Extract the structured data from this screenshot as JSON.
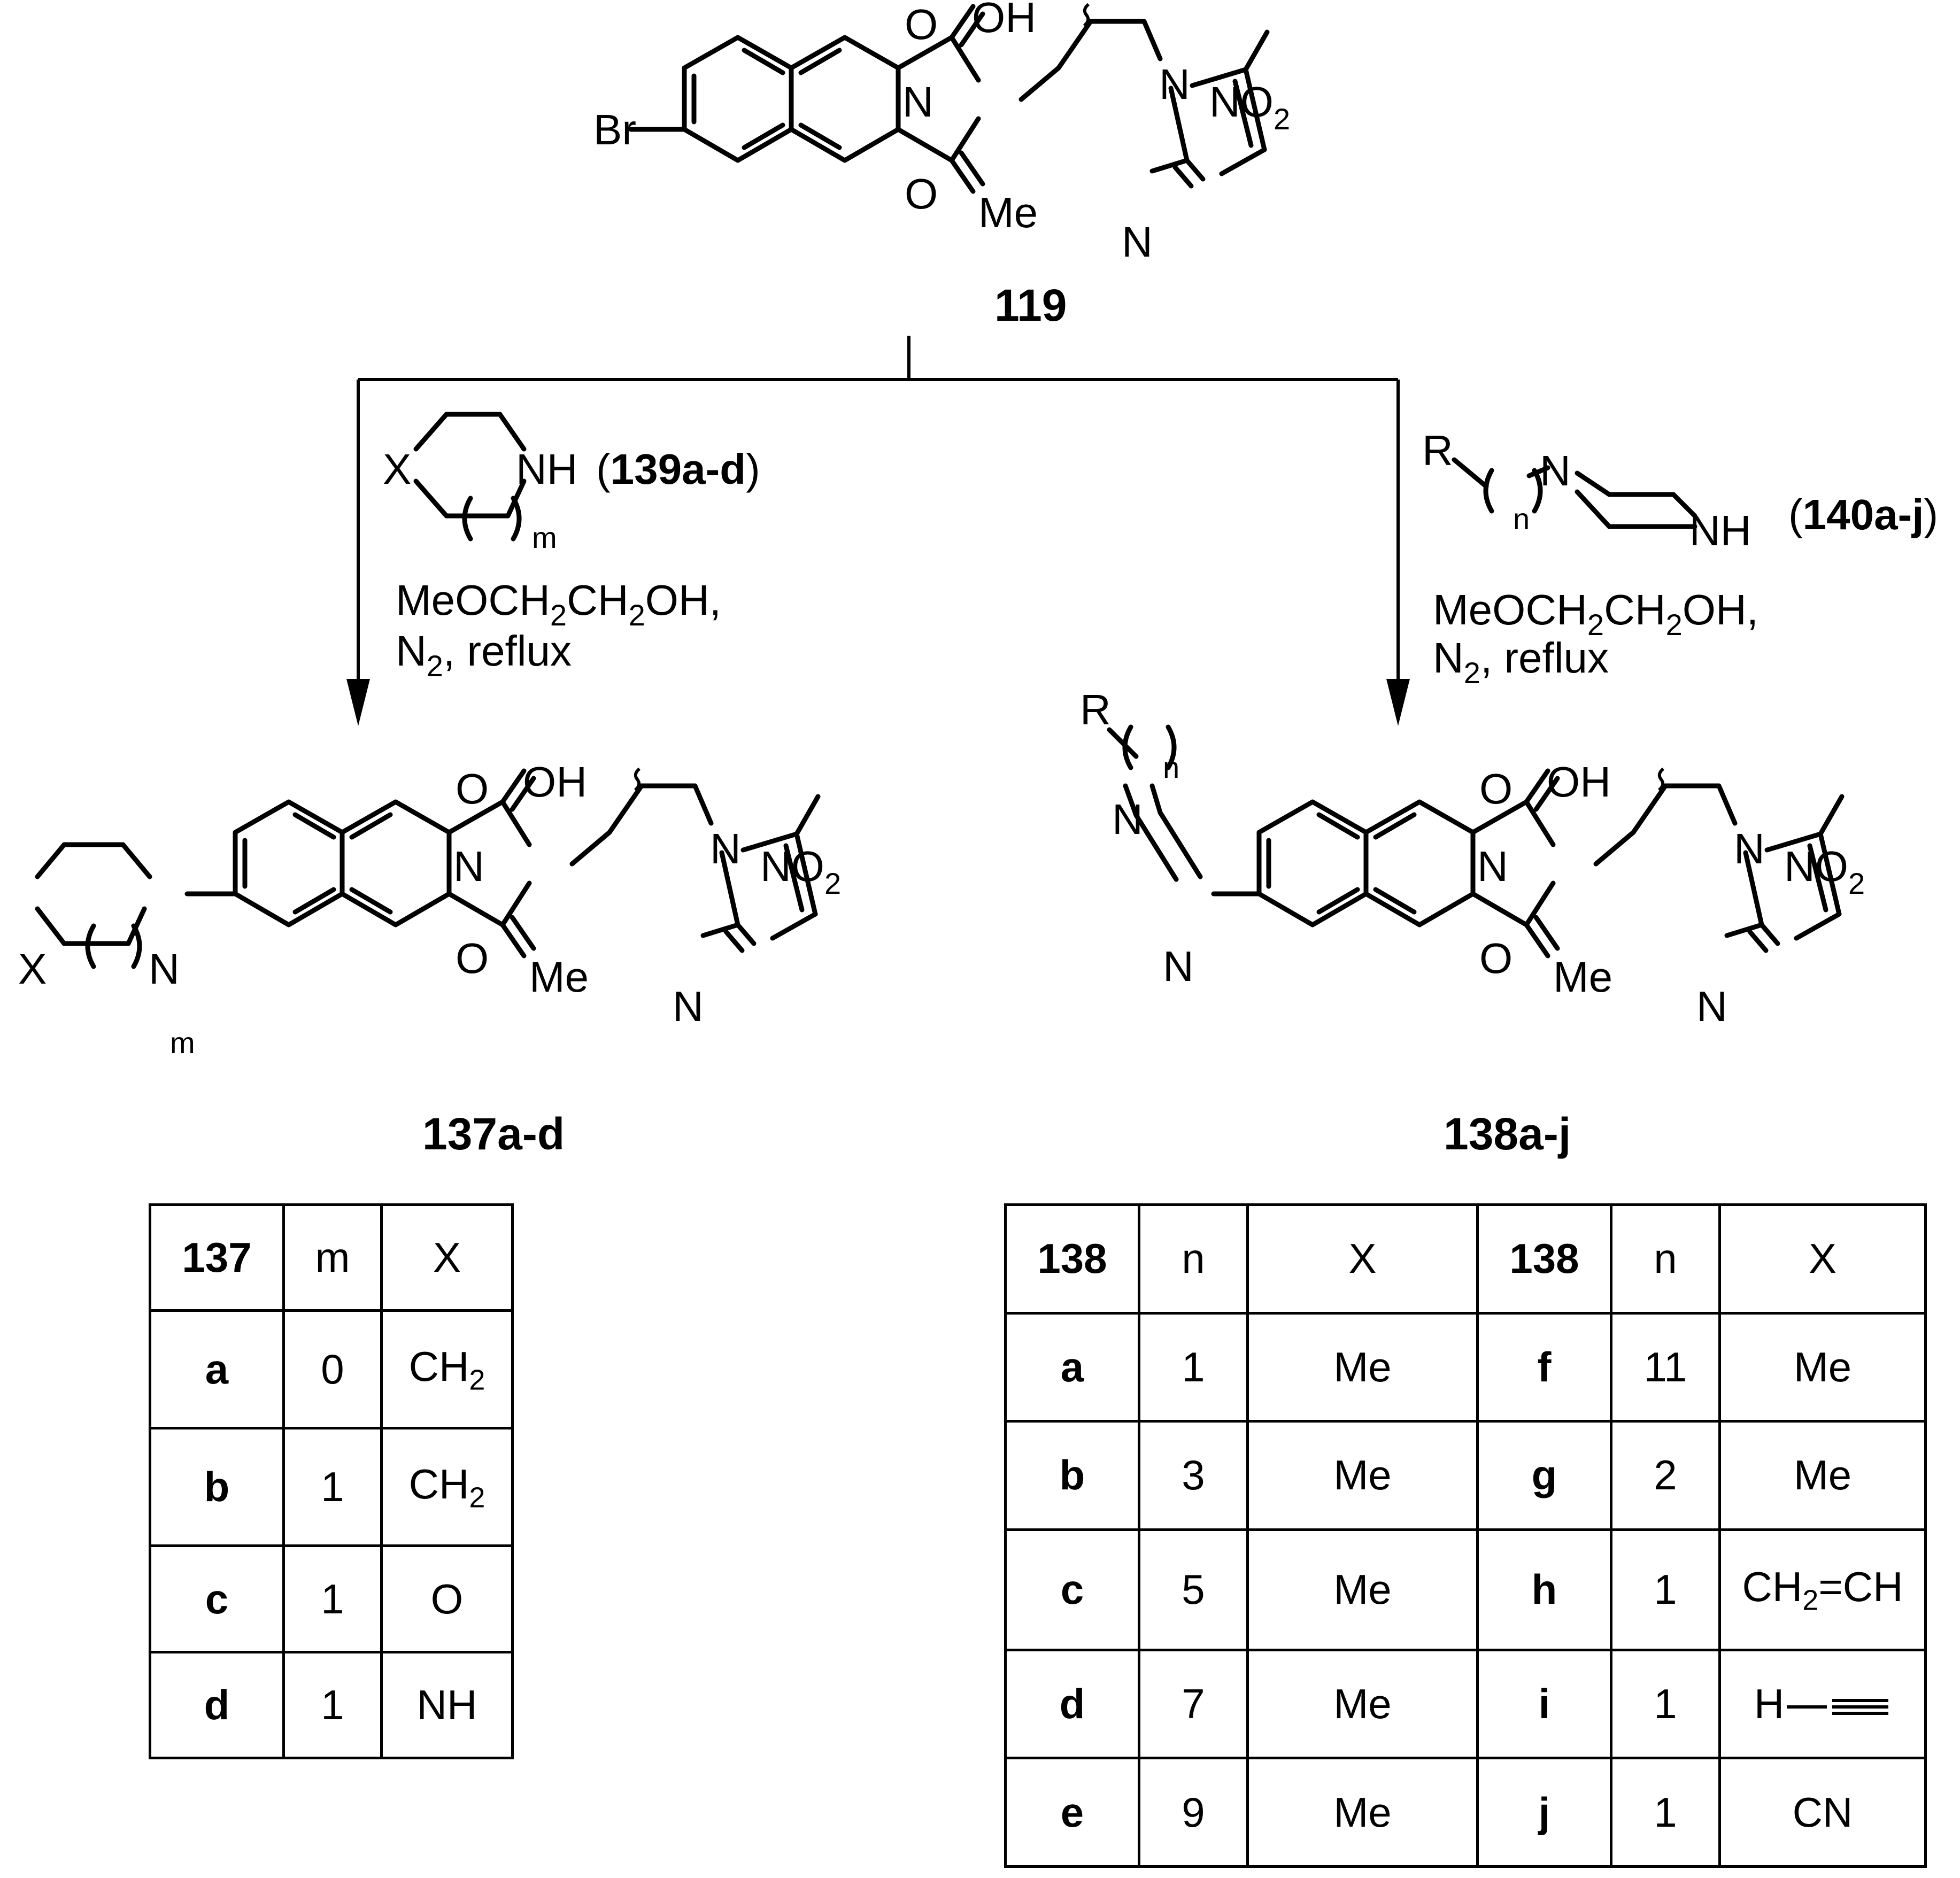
{
  "labels": {
    "br": "Br",
    "oh": "OH",
    "o": "O",
    "n": "N",
    "me": "Me",
    "no2": "NO",
    "no2_sub": "2",
    "x": "X",
    "nh": "NH",
    "r": "R",
    "m": "m",
    "n_idx": "n"
  },
  "compounds": {
    "start": "119",
    "product_left": "137a-d",
    "product_right": "138a-j"
  },
  "reagents": {
    "left_amine_label": "139a-d",
    "right_amine_label": "140a-j",
    "conditions_line1_a": "MeOCH",
    "conditions_line1_b": "2",
    "conditions_line1_c": "CH",
    "conditions_line1_d": "2",
    "conditions_line1_e": "OH,",
    "conditions_line2_a": "N",
    "conditions_line2_b": "2",
    "conditions_line2_c": ", reflux",
    "paren_open": "(",
    "paren_close": ")"
  },
  "table_137": {
    "headers": [
      "137",
      "m",
      "X"
    ],
    "rows": [
      {
        "id": "a",
        "m": "0",
        "x": "CH",
        "x_sub": "2"
      },
      {
        "id": "b",
        "m": "1",
        "x": "CH",
        "x_sub": "2"
      },
      {
        "id": "c",
        "m": "1",
        "x": "O",
        "x_sub": ""
      },
      {
        "id": "d",
        "m": "1",
        "x": "NH",
        "x_sub": ""
      }
    ]
  },
  "table_138": {
    "headers": [
      "138",
      "n",
      "X",
      "138",
      "n",
      "X"
    ],
    "rows": [
      {
        "id1": "a",
        "n1": "1",
        "x1": "Me",
        "id2": "f",
        "n2": "11",
        "x2": "Me"
      },
      {
        "id1": "b",
        "n1": "3",
        "x1": "Me",
        "id2": "g",
        "n2": "2",
        "x2": "Me"
      },
      {
        "id1": "c",
        "n1": "5",
        "x1": "Me",
        "id2": "h",
        "n2": "1",
        "x2": "CH",
        "x2_sub": "2",
        "x2_tail": "=CH"
      },
      {
        "id1": "d",
        "n1": "7",
        "x1": "Me",
        "id2": "i",
        "n2": "1",
        "x2": "H"
      },
      {
        "id1": "e",
        "n1": "9",
        "x1": "Me",
        "id2": "j",
        "n2": "1",
        "x2": "CN"
      }
    ]
  }
}
